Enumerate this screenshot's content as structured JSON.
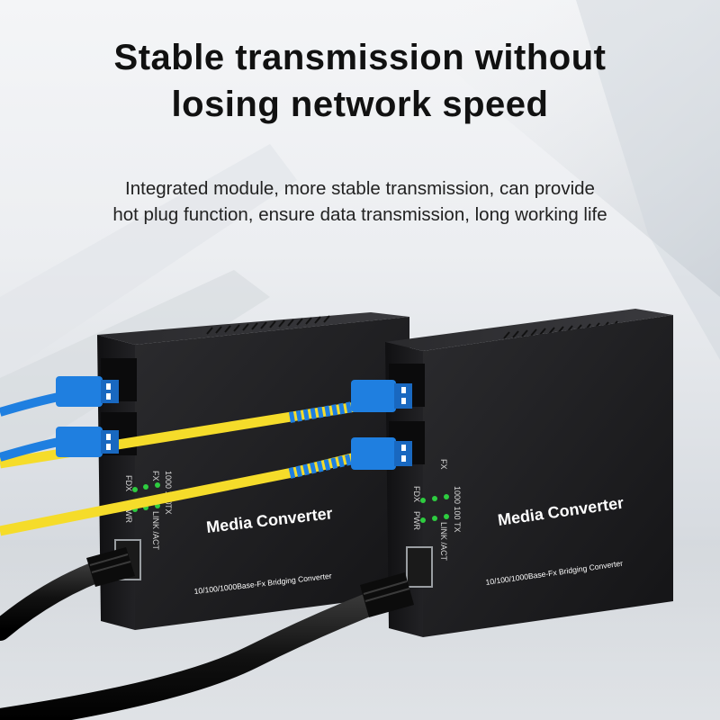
{
  "headline": {
    "line1": "Stable transmission without",
    "line2": "losing network speed"
  },
  "subheading": {
    "line1": "Integrated module, more stable transmission, can provide",
    "line2": "hot plug function, ensure data transmission, long working life"
  },
  "devices": [
    {
      "label": "Media Converter",
      "sublabel": "10/100/1000Base-Fx Bridging Converter",
      "led_labels": {
        "fx": "FX",
        "speed": "1000 100",
        "fdx": "FDX",
        "pwr": "PWR",
        "tx": "TX",
        "link": "LINK /ACT"
      }
    },
    {
      "label": "Media Converter",
      "sublabel": "10/100/1000Base-Fx Bridging Converter",
      "led_labels": {
        "fx": "FX",
        "speed": "1000 100",
        "fdx": "FDX",
        "pwr": "PWR",
        "tx": "TX",
        "link": "LINK /ACT"
      }
    }
  ],
  "colors": {
    "background": "#eceef1",
    "device_body": "#1c1c1e",
    "fiber_cable": "#f5dc2a",
    "sc_connector": "#1f7fe0",
    "led": "#2ecc40",
    "ethernet_cable": "#101010"
  }
}
